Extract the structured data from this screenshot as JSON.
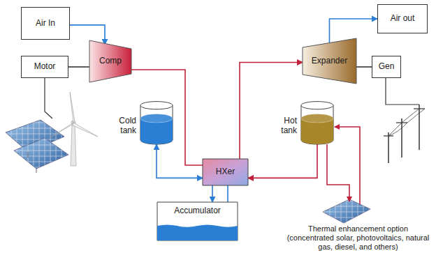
{
  "diagram": {
    "nodes": [
      {
        "text": [
          "Air In"
        ]
      },
      {
        "text": [
          "Air out"
        ]
      },
      {
        "text": [
          "Motor"
        ]
      },
      {
        "text": [
          "Comp"
        ]
      },
      {
        "text": [
          "Expander"
        ]
      },
      {
        "text": [
          "Gen"
        ]
      },
      {
        "text": [
          "Cold tank"
        ]
      },
      {
        "text": [
          "Hot tank"
        ]
      },
      {
        "text": [
          "HXer"
        ]
      },
      {
        "text": [
          "Accumulator"
        ]
      }
    ],
    "edges": [
      {
        "from": 0,
        "to": 3,
        "arrow": "to"
      },
      {
        "from": 2,
        "to": 3,
        "arrow": "none"
      },
      {
        "from": 3,
        "to": 8,
        "arrow": "none"
      },
      {
        "from": 4,
        "to": 1,
        "arrow": "to"
      },
      {
        "from": 4,
        "to": 5,
        "arrow": "none"
      },
      {
        "from": 6,
        "to": 8,
        "arrow": "both"
      },
      {
        "from": 7,
        "to": 8,
        "arrow": "to"
      },
      {
        "from": 8,
        "to": 4,
        "arrow": "to"
      },
      {
        "from": 8,
        "to": 9,
        "arrow": "to"
      },
      {
        "from": 8,
        "to": 9,
        "arrow": "none"
      }
    ],
    "labels": [
      "Thermal enhancement option (concentrated solar, photovoltaics, natural gas, diesel, and others)"
    ]
  }
}
